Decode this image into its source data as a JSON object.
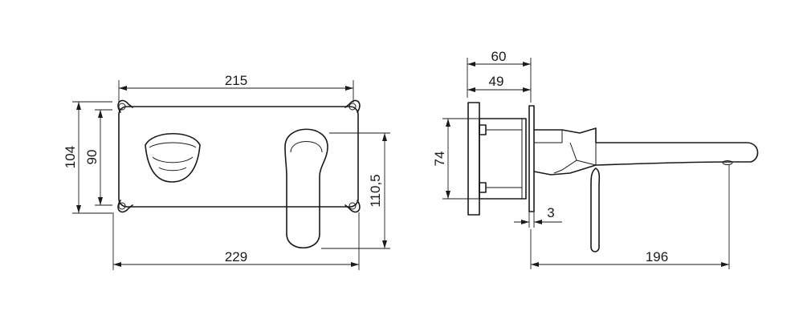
{
  "dimensions": {
    "plate_width": "215",
    "total_width": "229",
    "plate_height_outer": "104",
    "plate_height_inner": "90",
    "lever_drop": "110,5",
    "body_depth": "60",
    "plate_to_body": "49",
    "body_height": "74",
    "plate_thickness": "3",
    "spout_projection": "196"
  }
}
